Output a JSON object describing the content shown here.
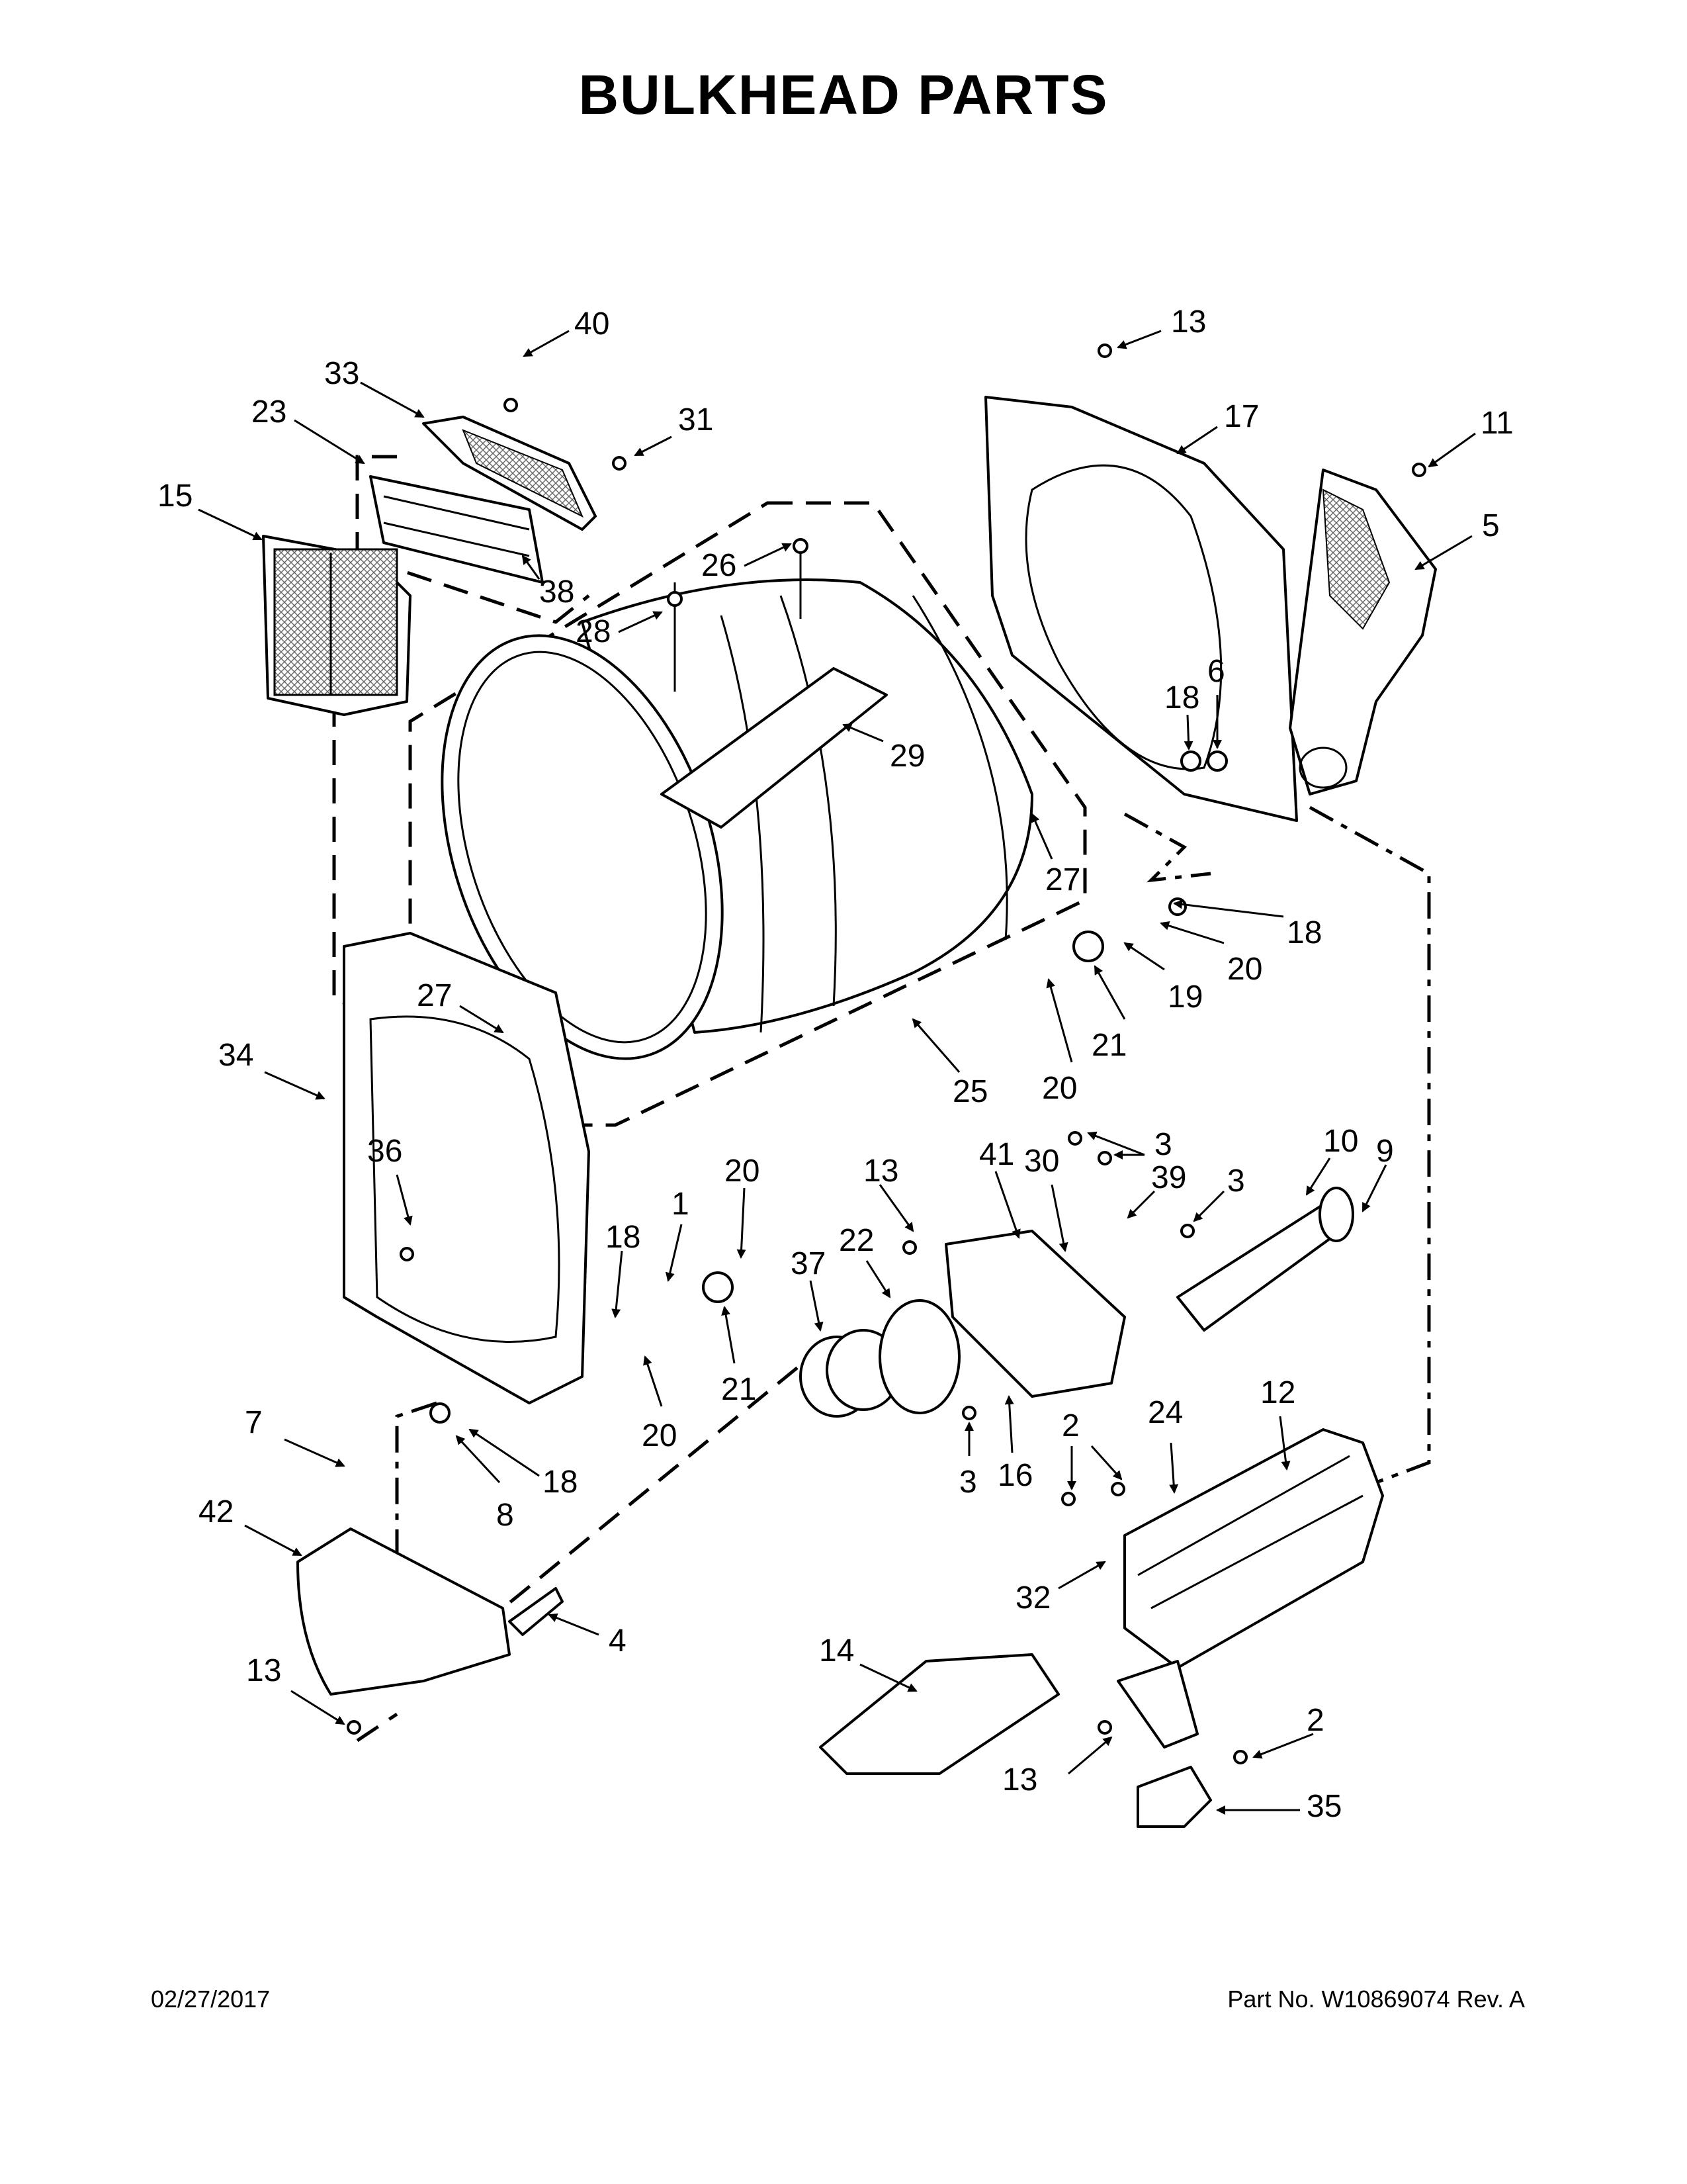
{
  "title": "BULKHEAD PARTS",
  "footer": {
    "date": "02/27/2017",
    "part": "Part No.  W10869074  Rev.  A"
  },
  "callouts": [
    "33",
    "40",
    "23",
    "31",
    "15",
    "38",
    "26",
    "28",
    "29",
    "27",
    "25",
    "13",
    "17",
    "11",
    "5",
    "18",
    "6",
    "20",
    "19",
    "21",
    "34",
    "36",
    "1",
    "7",
    "8",
    "42",
    "4",
    "30",
    "41",
    "3",
    "39",
    "10",
    "9",
    "22",
    "37",
    "16",
    "2",
    "24",
    "12",
    "32",
    "14",
    "35"
  ]
}
